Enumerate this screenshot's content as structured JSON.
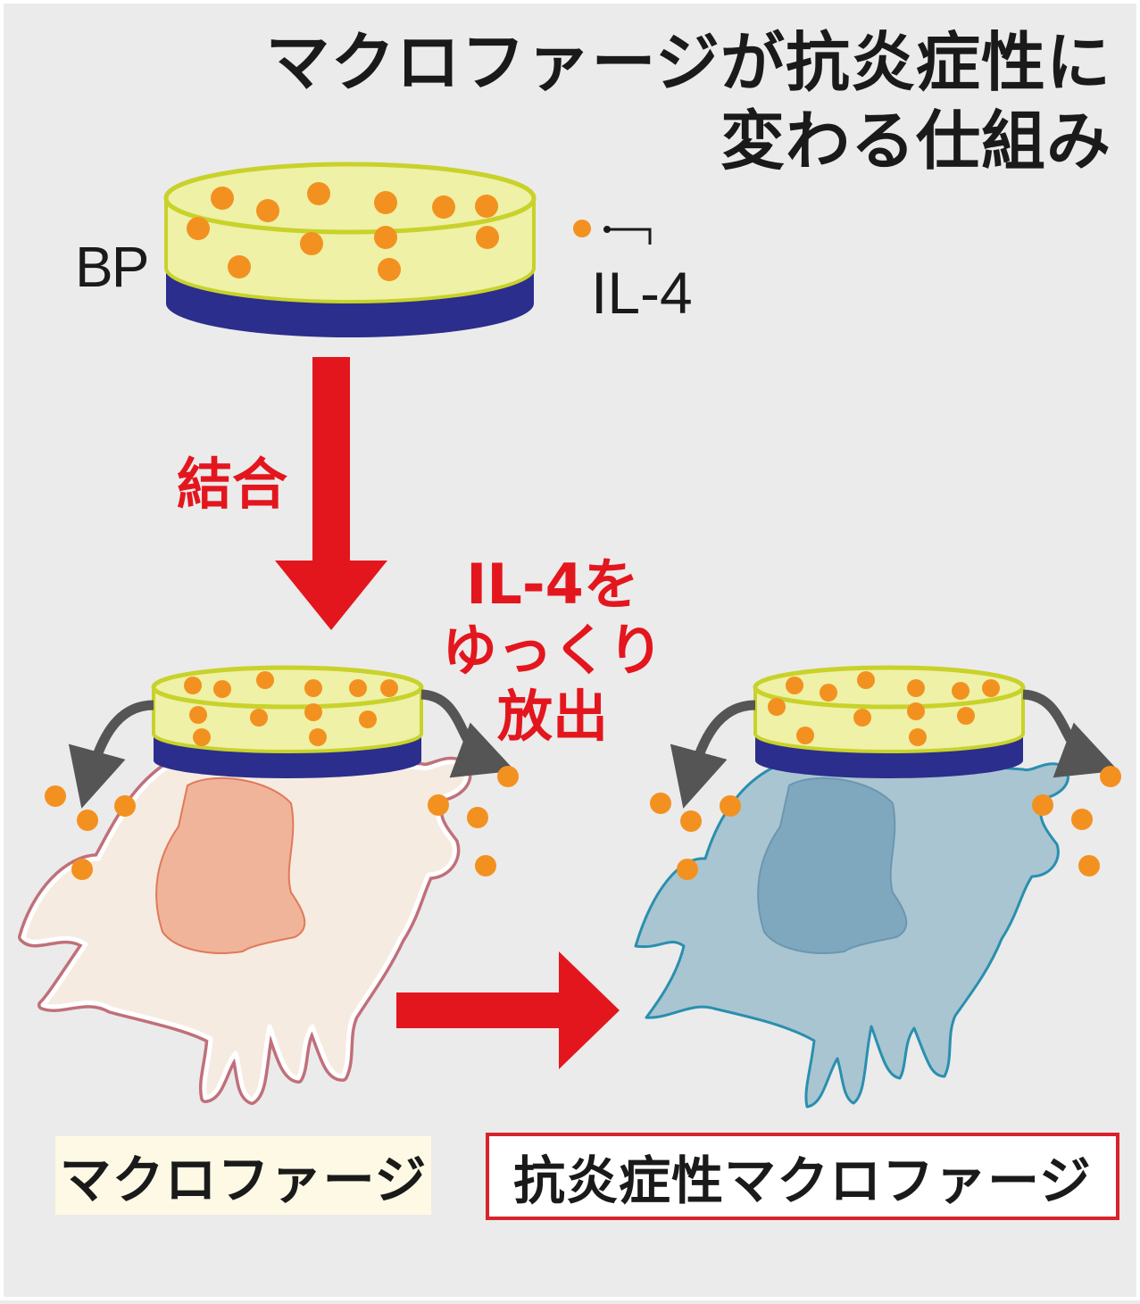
{
  "title": {
    "line1": "マクロファージが抗炎症性に",
    "line2": "変わる仕組み"
  },
  "labels": {
    "bp": "BP",
    "il4": "IL-4",
    "binding": "結合",
    "release": [
      "IL-4を",
      "ゆっくり",
      "放出"
    ],
    "macrophage": "マクロファージ",
    "anti_inflammatory_macrophage": "抗炎症性マクロファージ"
  },
  "colors": {
    "background": "#ebebeb",
    "arrow_red": "#e3161e",
    "bp_top": "#eef1a6",
    "bp_rim": "#c8d22a",
    "bp_base": "#2b2e8c",
    "particle": "#f39120",
    "macrophage_body": "#f6ebe0",
    "macrophage_outline": "#c0707a",
    "macrophage_nucleus": "#f0b49a",
    "anti_body": "#a9c5d1",
    "anti_outline": "#2a8fae",
    "anti_nucleus": "#7fa8bf",
    "release_arrow": "#555555"
  }
}
